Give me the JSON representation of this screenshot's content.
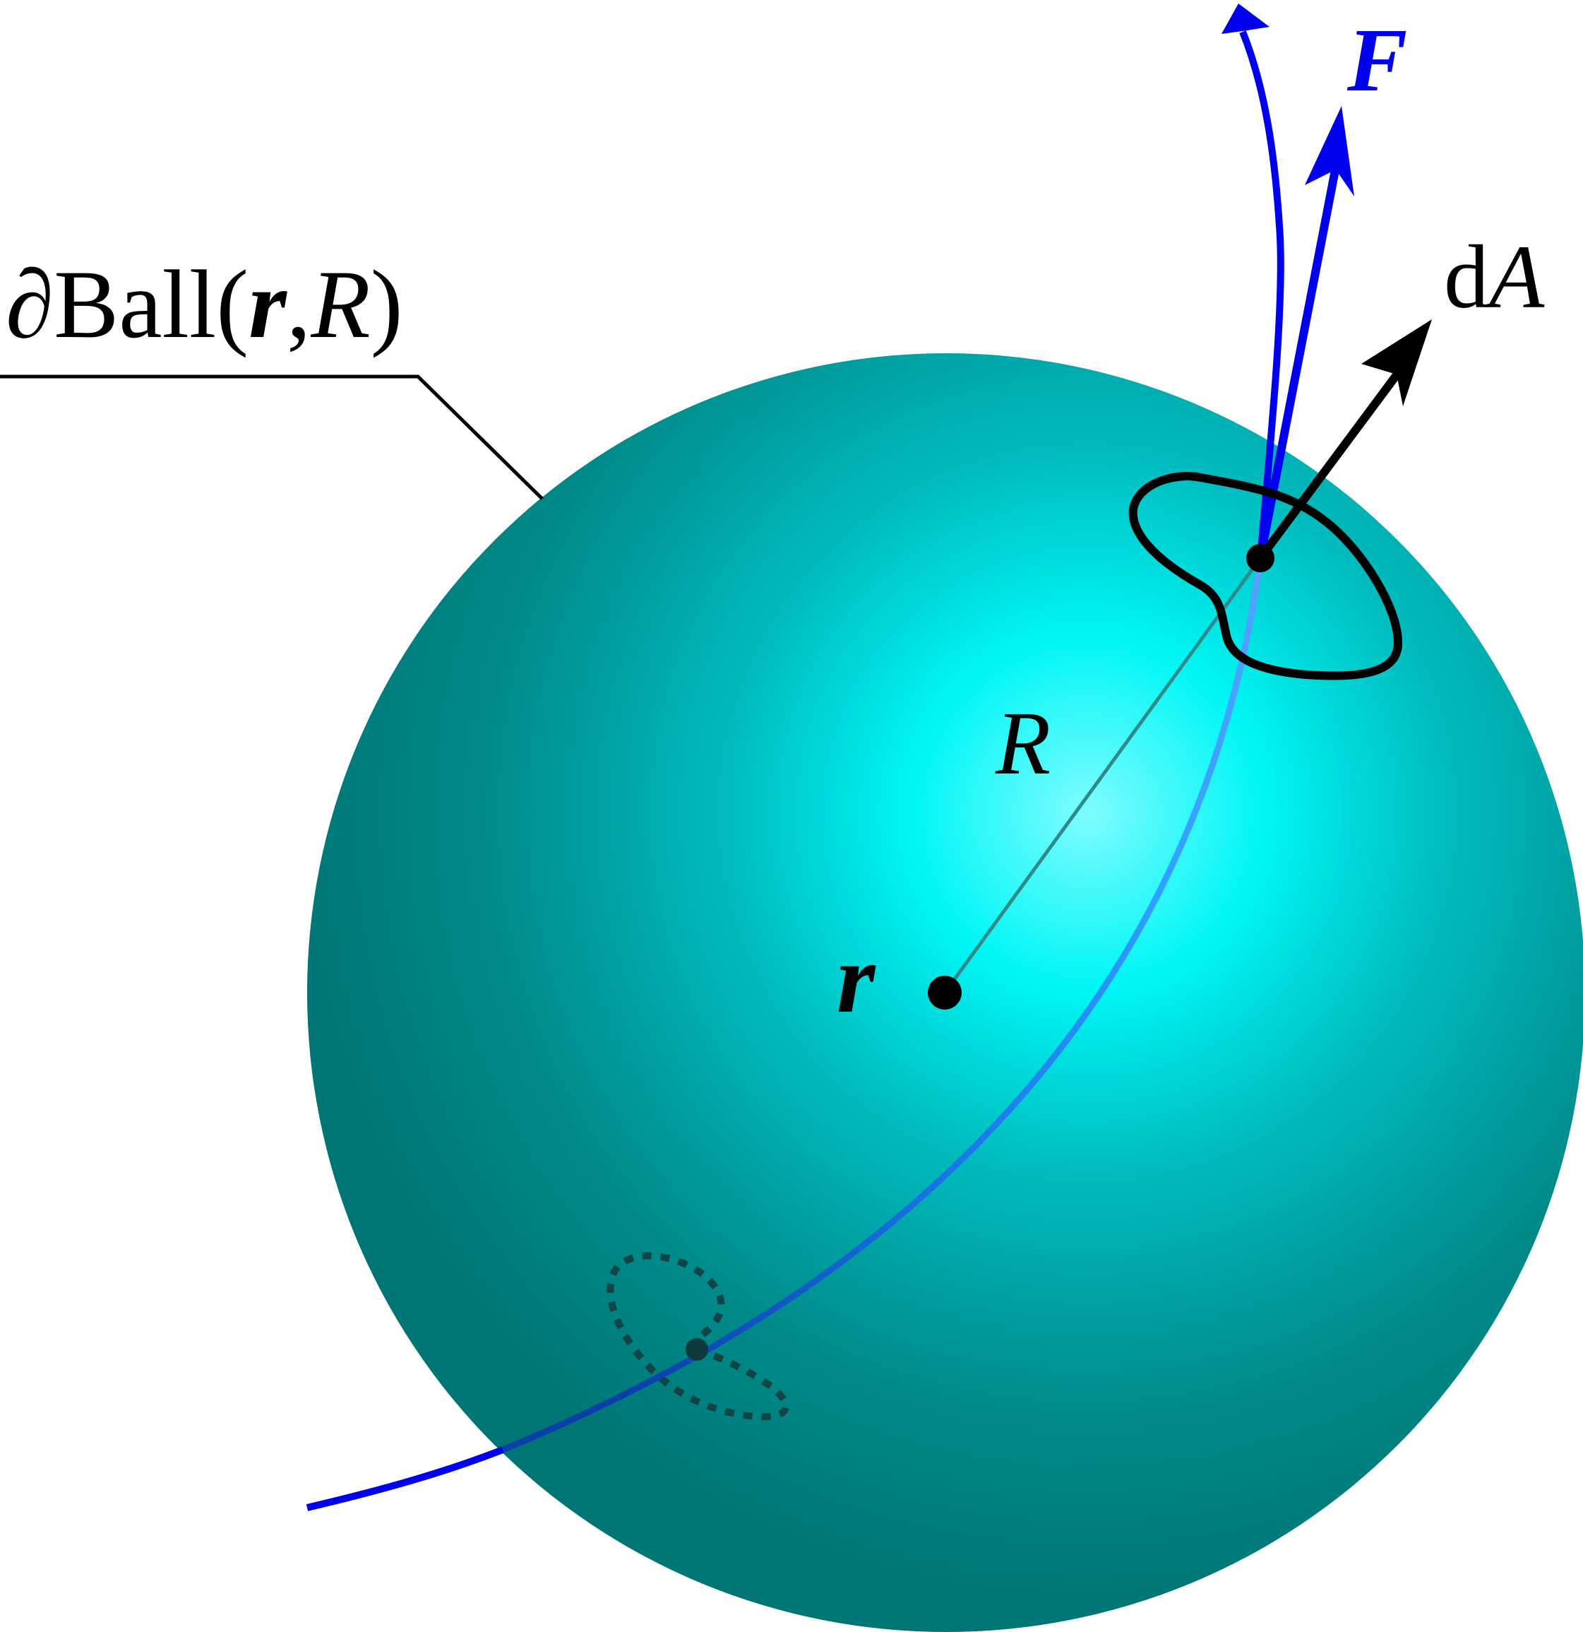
{
  "diagram": {
    "surface_label": {
      "partial": "∂",
      "name": "Ball",
      "open_paren": "(",
      "center_symbol": "r",
      "comma": ",",
      "radius_symbol": "R",
      "close_paren": ")"
    },
    "radius_label": "R",
    "center_label": "r",
    "field_label": "F",
    "area_element_label": {
      "prefix": "d",
      "symbol": "A"
    },
    "colors": {
      "sphere_light": "#7ffcff",
      "sphere_mid": "#00b8bc",
      "sphere_dark": "#007a7a",
      "field_line": "#0000ee",
      "field_line_inside": "#3399ff",
      "radius_line": "#2f8a8a",
      "outline": "#000000",
      "hidden_loop": "#0f4545"
    }
  }
}
